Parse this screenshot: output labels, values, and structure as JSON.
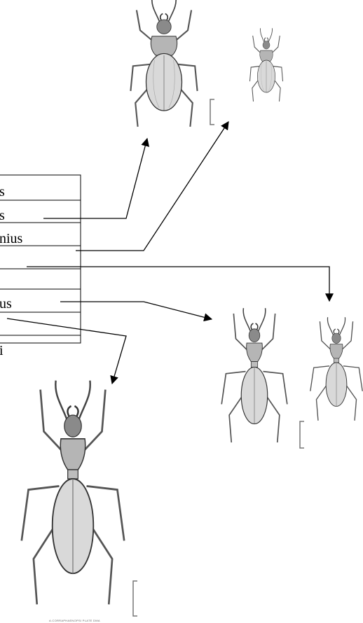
{
  "table": {
    "rows": [
      {
        "label": "s"
      },
      {
        "label": "s"
      },
      {
        "label": "nius"
      },
      {
        "label": ""
      },
      {
        "label": "us"
      },
      {
        "label": ""
      },
      {
        "label": "i"
      }
    ]
  },
  "figures": [
    {
      "name": "beetle-pair-top"
    },
    {
      "name": "beetle-pair-right"
    },
    {
      "name": "beetle-large-bottom"
    }
  ],
  "caption": {
    "text": "A.CORRAPHAENOPSI  PLATE DMA"
  },
  "colors": {
    "ink": "#000000",
    "sketch": "#555555",
    "body_fill": "#d9d9d9"
  }
}
